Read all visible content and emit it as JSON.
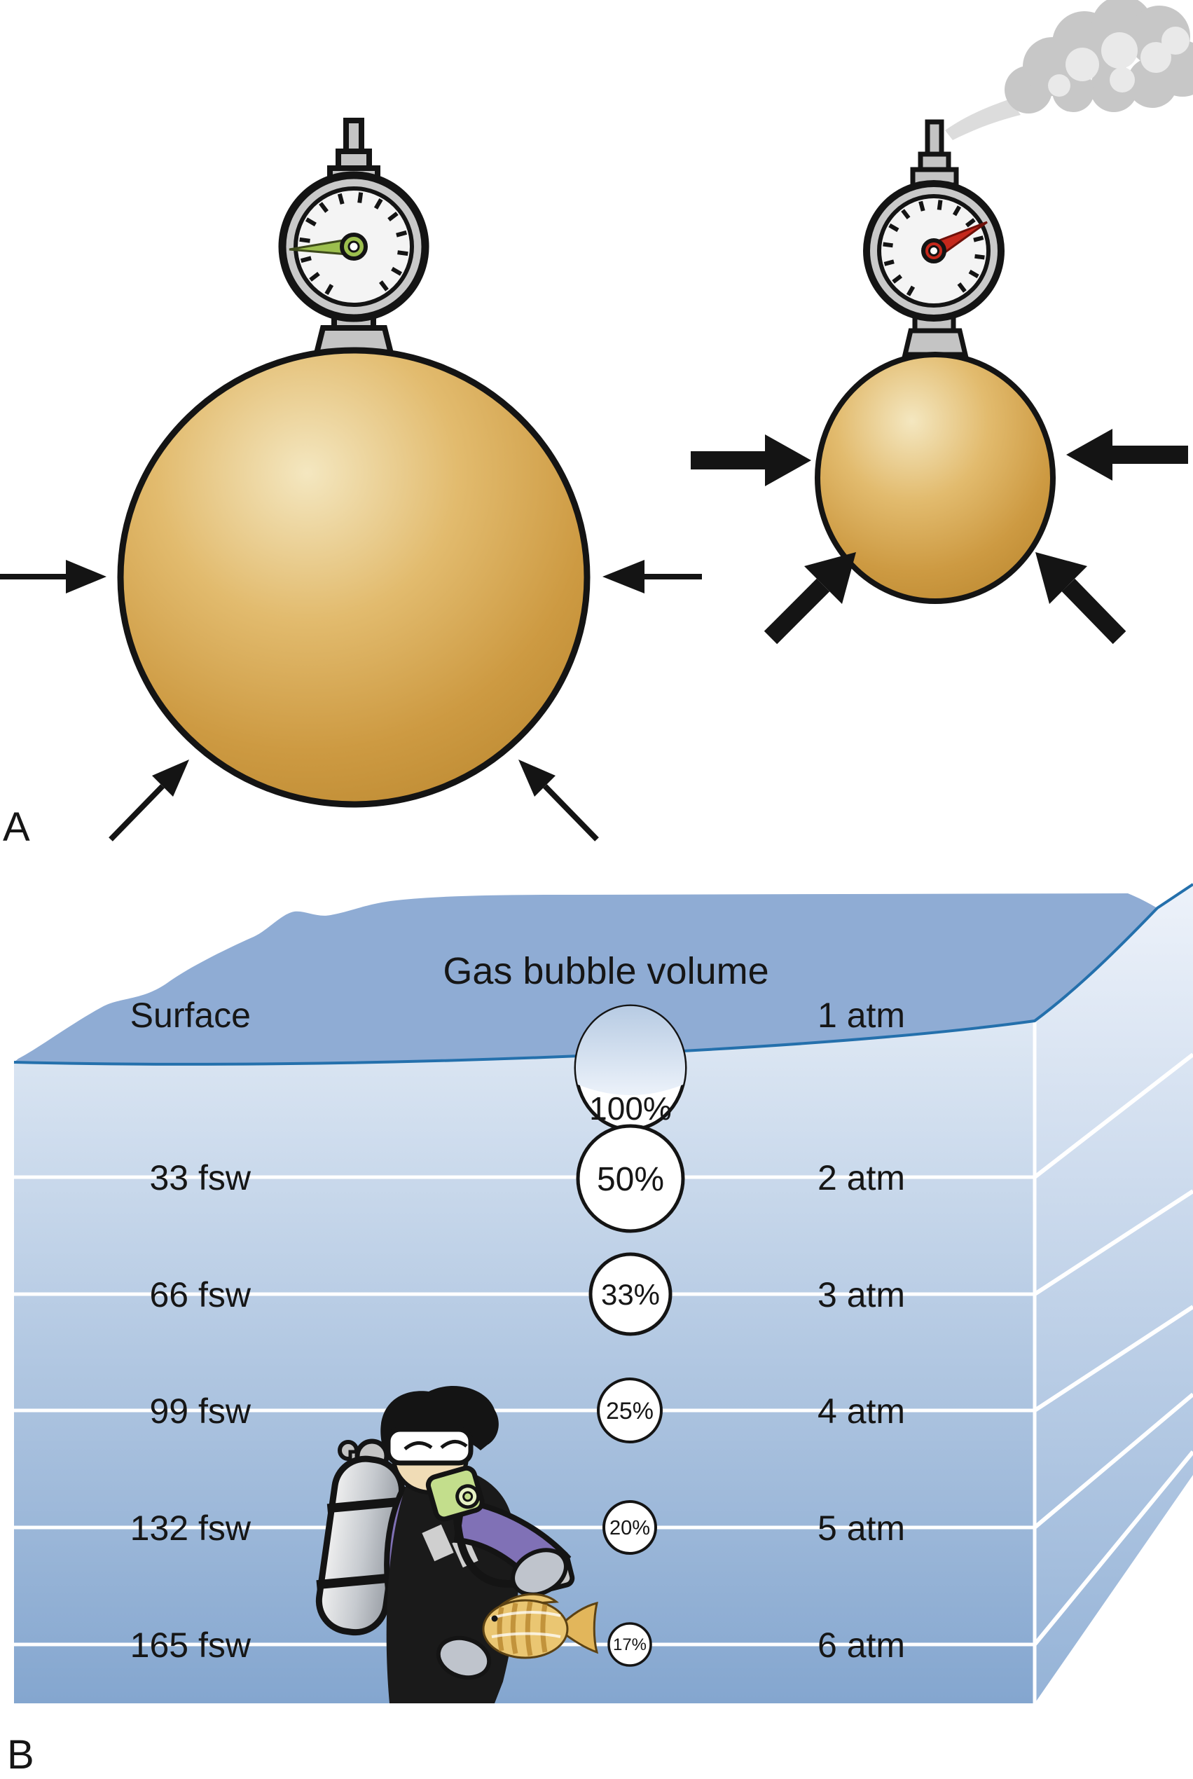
{
  "panel_a": {
    "label": "A"
  },
  "panel_b": {
    "label": "B",
    "title": "Gas bubble volume",
    "rows": [
      {
        "depth": "Surface",
        "volume": "100%",
        "pressure": "1 atm"
      },
      {
        "depth": "33 fsw",
        "volume": "50%",
        "pressure": "2 atm"
      },
      {
        "depth": "66 fsw",
        "volume": "33%",
        "pressure": "3 atm"
      },
      {
        "depth": "99 fsw",
        "volume": "25%",
        "pressure": "4 atm"
      },
      {
        "depth": "132 fsw",
        "volume": "20%",
        "pressure": "5 atm"
      },
      {
        "depth": "165 fsw",
        "volume": "17%",
        "pressure": "6 atm"
      }
    ]
  },
  "colors": {
    "balloon_tan": "#D9AA52",
    "needle_low_pressure_green": "#9CBF4E",
    "needle_high_pressure_red": "#C5281C",
    "water_backdrop_blue": "#8FACD4",
    "water_shallow": "#DEE8F4",
    "water_deep": "#84A6CF",
    "wetsuit_purple": "#8071B6",
    "fish_gold": "#EAC672"
  }
}
